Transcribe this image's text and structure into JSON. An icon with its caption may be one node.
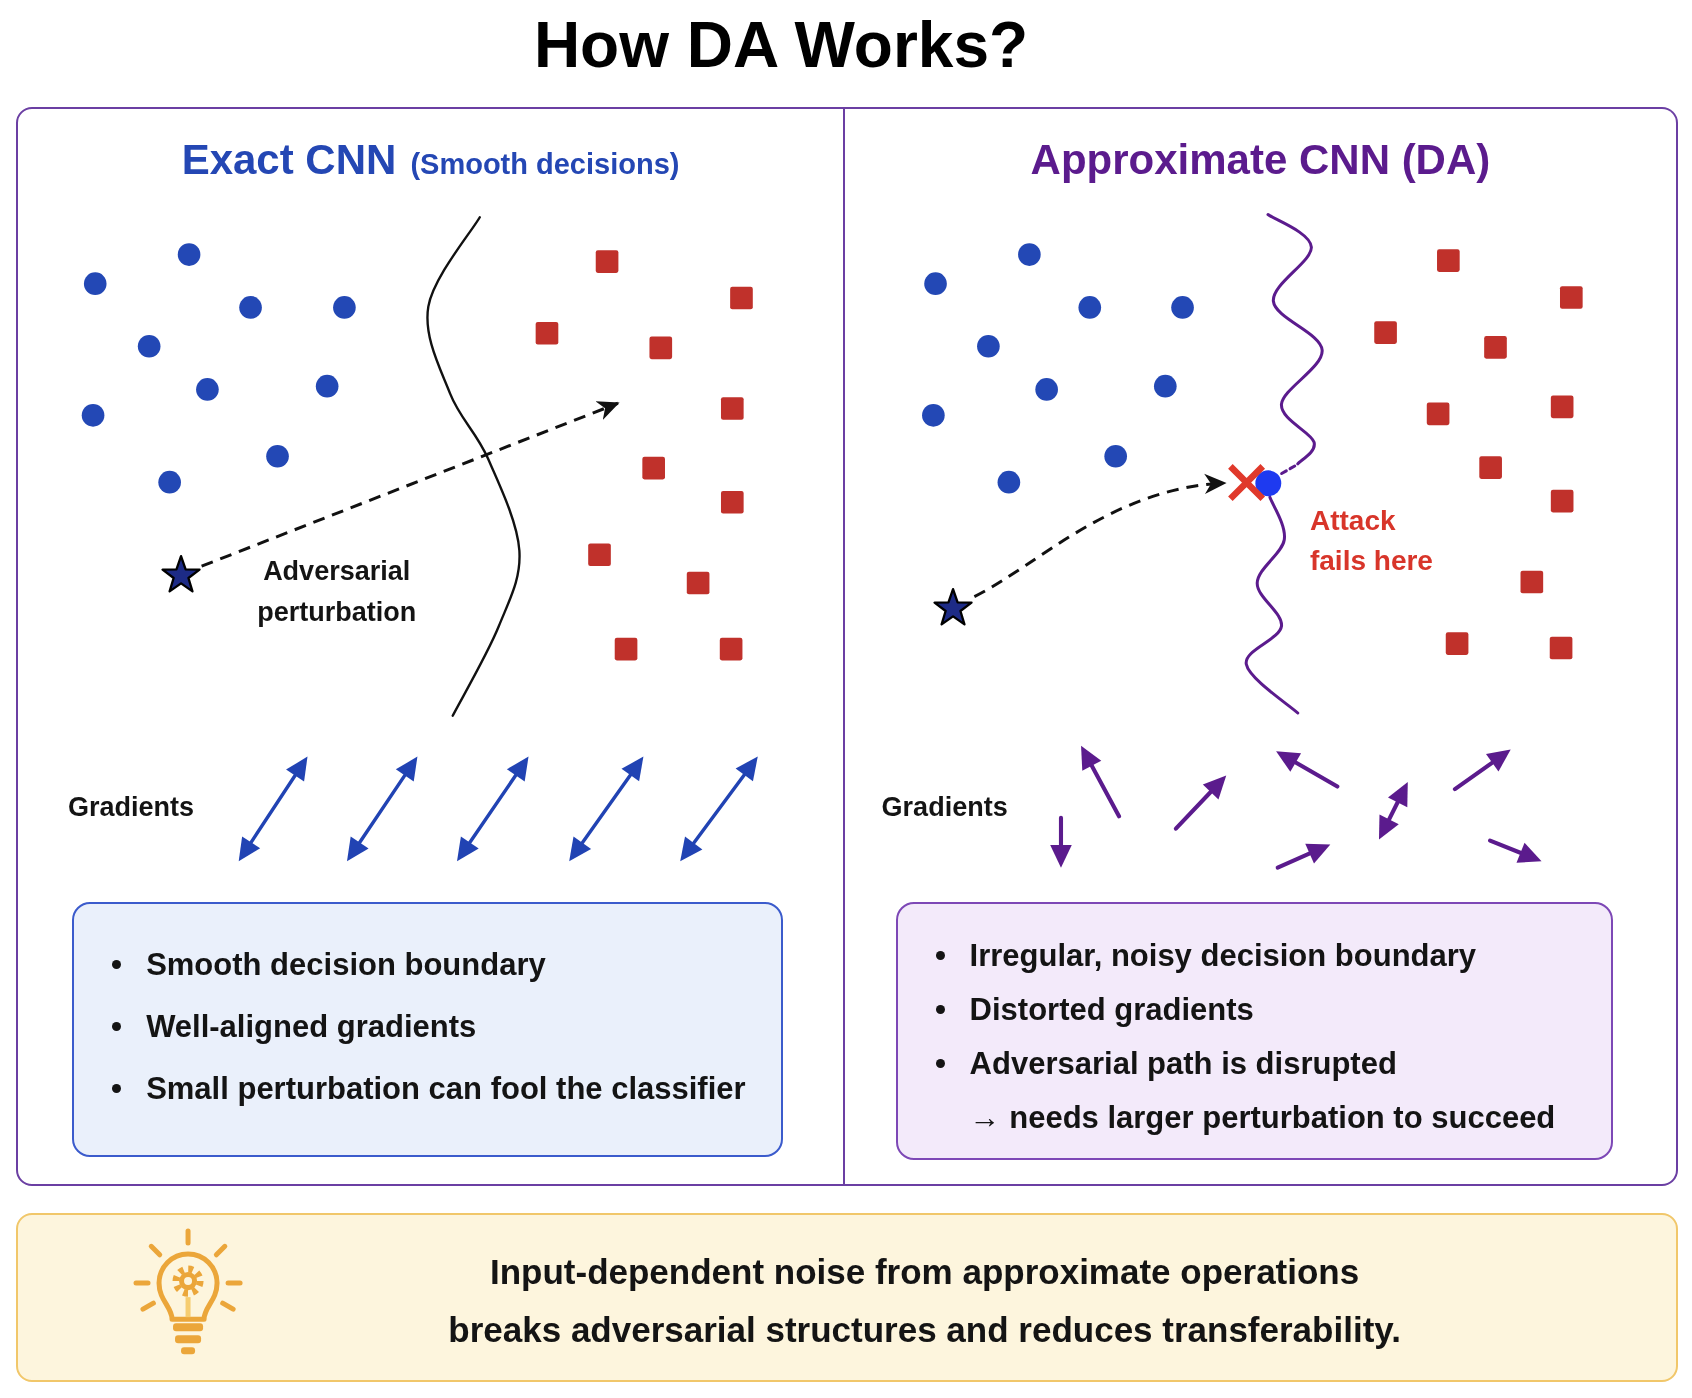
{
  "diagram": {
    "title": "How DA Works?",
    "nodes": [
      {
        "text": [
          "Exact CNN",
          "(Smooth decisions)"
        ]
      },
      {
        "text": [],
        "shape": "star",
        "in": 0
      },
      {
        "text": [
          "Smooth decision boundary",
          "Well-aligned gradients",
          "Small perturbation can fool the classifier"
        ],
        "in": 0
      },
      {
        "text": [
          "Approximate CNN (DA)"
        ]
      },
      {
        "text": [],
        "shape": "star",
        "in": 3
      },
      {
        "text": [],
        "shape": "cross",
        "in": 3,
        "beside": [
          "Attack fails here"
        ]
      },
      {
        "text": [
          "Irregular, noisy decision boundary",
          "Distorted gradients",
          "Adversarial path is disrupted → needs larger perturbation to succeed"
        ],
        "in": 3
      },
      {
        "text": [
          "Input-dependent noise from approximate operations breaks adversarial structures and reduces transferability."
        ]
      }
    ],
    "edges": [
      {
        "from": 1,
        "to": null,
        "arrow": "to",
        "label": "Adversarial perturbation",
        "style": "dashed"
      },
      {
        "from": 4,
        "to": 5,
        "arrow": "to",
        "style": "dashed"
      }
    ],
    "labels": [
      "Gradients",
      "Gradients"
    ]
  }
}
